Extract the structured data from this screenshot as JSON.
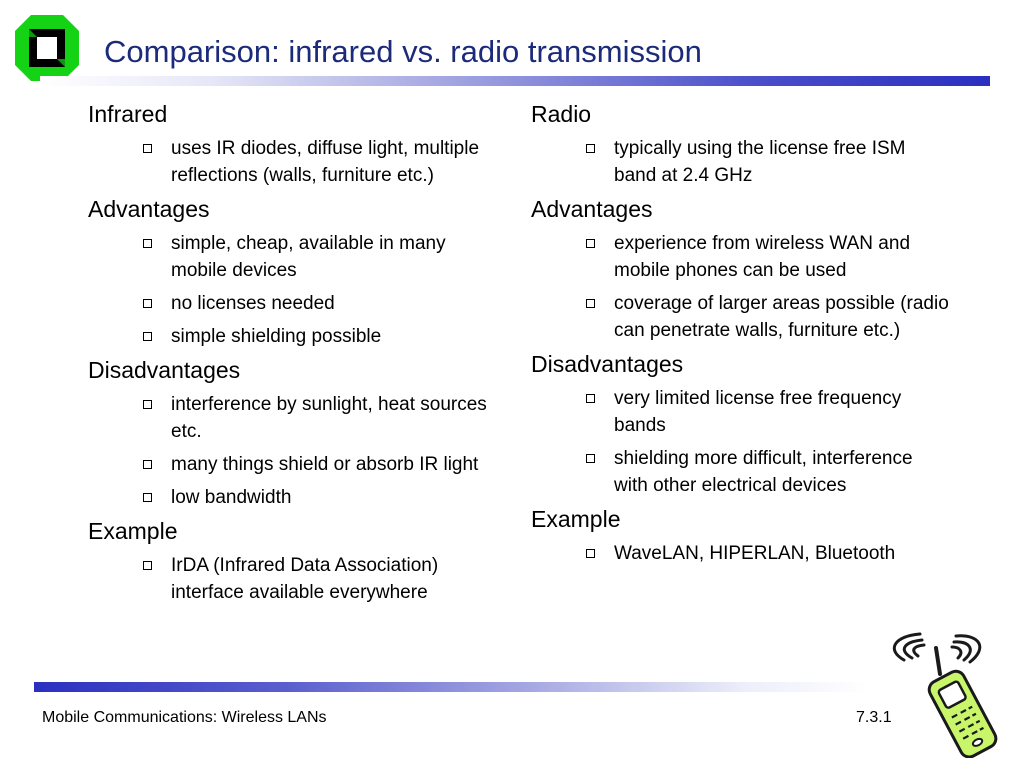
{
  "slide": {
    "title": "Comparison: infrared vs. radio transmission"
  },
  "left": {
    "sections": [
      {
        "heading": "Infrared",
        "bullets": [
          "uses IR diodes, diffuse light, multiple reflections (walls, furniture etc.)"
        ]
      },
      {
        "heading": "Advantages",
        "bullets": [
          "simple, cheap, available in many mobile devices",
          "no licenses needed",
          "simple shielding possible"
        ]
      },
      {
        "heading": "Disadvantages",
        "bullets": [
          "interference by sunlight, heat sources etc.",
          "many things shield or absorb IR light",
          "low bandwidth"
        ]
      },
      {
        "heading": "Example",
        "bullets": [
          "IrDA (Infrared Data Association) interface available everywhere"
        ]
      }
    ]
  },
  "right": {
    "sections": [
      {
        "heading": "Radio",
        "bullets": [
          "typically using the license free ISM band at 2.4 GHz"
        ]
      },
      {
        "heading": "Advantages",
        "bullets": [
          "experience from wireless WAN and mobile phones can be used",
          "coverage of larger areas possible (radio can penetrate walls, furniture etc.)"
        ]
      },
      {
        "heading": "Disadvantages",
        "bullets": [
          "very limited license free frequency bands",
          "shielding more difficult, interference with other electrical devices"
        ]
      },
      {
        "heading": "Example",
        "bullets": [
          "WaveLAN, HIPERLAN, Bluetooth"
        ]
      }
    ]
  },
  "footer": {
    "left_text": "Mobile Communications: Wireless LANs",
    "right_text": "7.3.1"
  },
  "colors": {
    "title": "#1c2a7a",
    "logo_green": "#14d314",
    "accent_blue": "#2b2fc0"
  },
  "icons": {
    "logo": "university-logo-icon",
    "bullet": "square-bullet-icon",
    "clipart": "mobile-phone-icon"
  }
}
